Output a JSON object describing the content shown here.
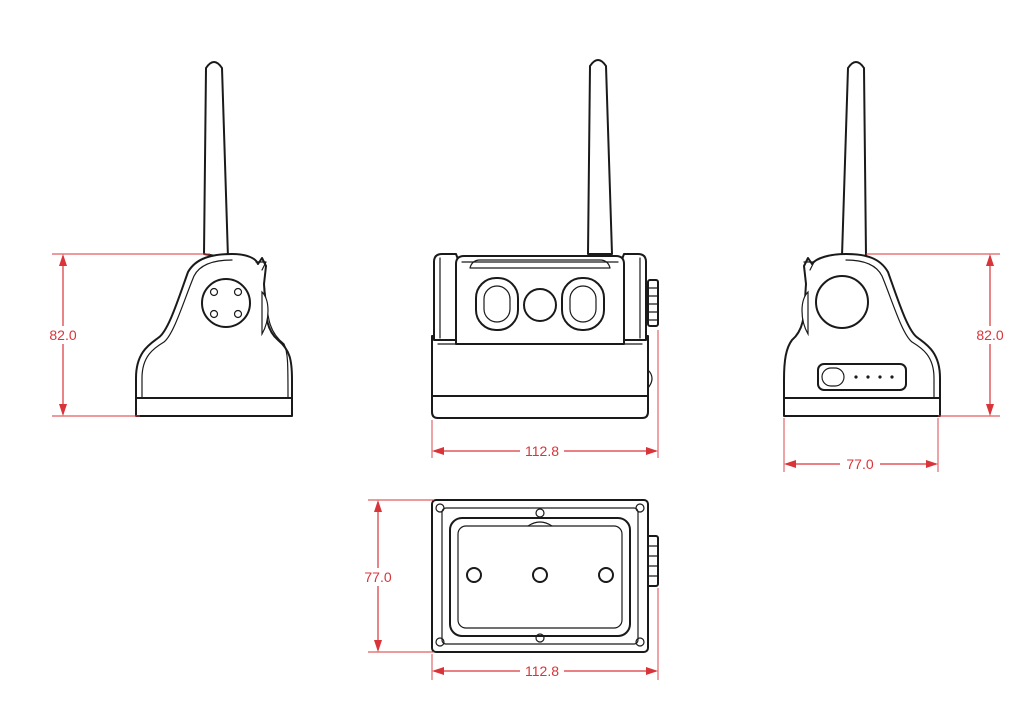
{
  "dimensions": {
    "left_view_height": "82.0",
    "front_view_width": "112.8",
    "right_view_height": "82.0",
    "right_view_width": "77.0",
    "bottom_view_height": "77.0",
    "bottom_view_width": "112.8"
  }
}
